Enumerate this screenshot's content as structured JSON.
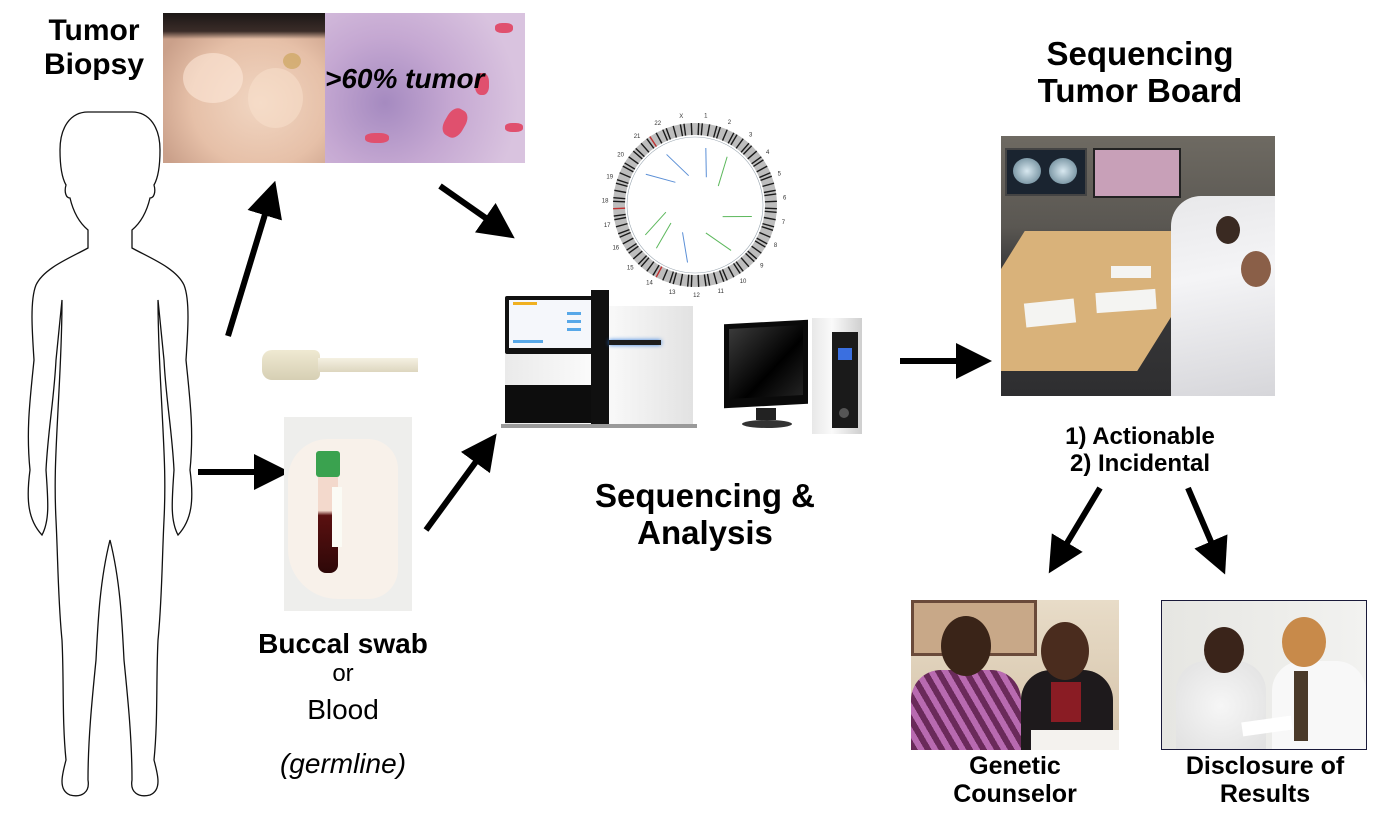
{
  "labels": {
    "tumor_biopsy": [
      "Tumor",
      "Biopsy"
    ],
    "tumor_percent": ">60% tumor",
    "sequencing_analysis": [
      "Sequencing &",
      "Analysis"
    ],
    "tumor_board": [
      "Sequencing",
      "Tumor Board"
    ],
    "findings": [
      "1) Actionable",
      "2) Incidental"
    ],
    "buccal_swab": "Buccal swab",
    "or": "or",
    "blood": "Blood",
    "germline": "(germline)",
    "genetic_counselor": [
      "Genetic",
      "Counselor"
    ],
    "disclosure": [
      "Disclosure of",
      "Results"
    ]
  },
  "circos_labels": [
    "1",
    "2",
    "3",
    "4",
    "5",
    "6",
    "7",
    "8",
    "9",
    "10",
    "11",
    "12",
    "13",
    "14",
    "15",
    "16",
    "17",
    "18",
    "19",
    "20",
    "21",
    "22",
    "X"
  ],
  "colors": {
    "arrow": "#000000",
    "tissue_gross": "#e8c8b0",
    "tissue_histo": "#c9a3cc",
    "histo_vessel": "#e0506e",
    "tube_cap": "#3aa24f",
    "blood": "#3a0a0a",
    "glove": "#f4ede6",
    "swab": "#e6e0c8",
    "circos_green": "#5cb85c",
    "circos_blue": "#5b8fd6",
    "sequencer_body": "#f2f2f2",
    "sequencer_dark": "#111111",
    "sequencer_accent": "#2f7de1",
    "monitor": "#0a0a0a",
    "pc_screen": "#3a6fe0"
  }
}
